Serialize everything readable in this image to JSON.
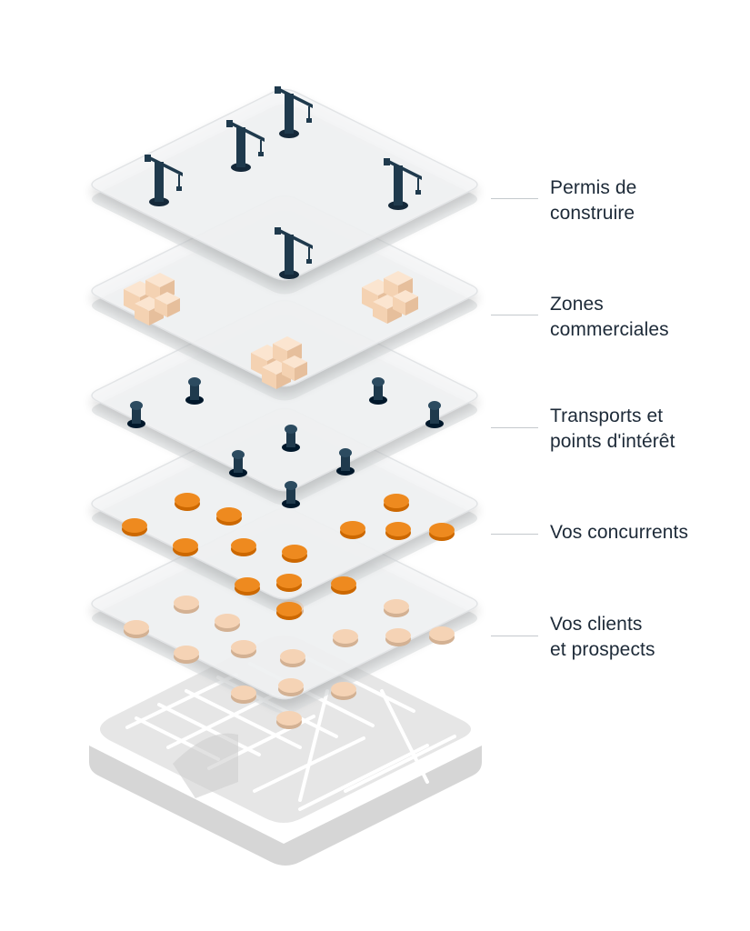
{
  "layers": [
    {
      "id": "building-permits",
      "label_lines": [
        "Permis de",
        "construire"
      ],
      "icon": "construction-crane-icon",
      "color": "#1f3a4d"
    },
    {
      "id": "commercial-zones",
      "label_lines": [
        "Zones",
        "commerciales"
      ],
      "icon": "building-blocks-icon",
      "color": "#f4d2b2"
    },
    {
      "id": "transport-poi",
      "label_lines": [
        "Transports et",
        "points d'intérêt"
      ],
      "icon": "map-pin-icon",
      "color": "#1f3a4d"
    },
    {
      "id": "competitors",
      "label_lines": [
        "Vos concurrents"
      ],
      "icon": "orange-dot-icon",
      "color": "#ee8a1f"
    },
    {
      "id": "clients-prospects",
      "label_lines": [
        "Vos clients",
        "et prospects"
      ],
      "icon": "peach-dot-icon",
      "color": "#f5d3b5"
    }
  ],
  "base_map": {
    "icon": "street-map-icon",
    "color": "#e4e4e4"
  }
}
